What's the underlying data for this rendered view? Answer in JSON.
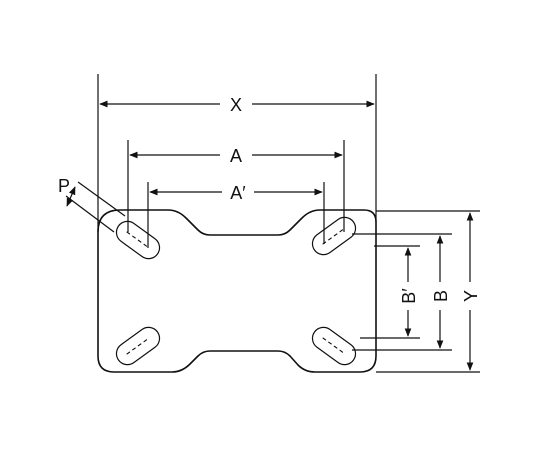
{
  "labels": {
    "X": "X",
    "A": "A",
    "A_prime": "A′",
    "P": "P",
    "B_prime": "B′",
    "B": "B",
    "Y": "Y"
  }
}
